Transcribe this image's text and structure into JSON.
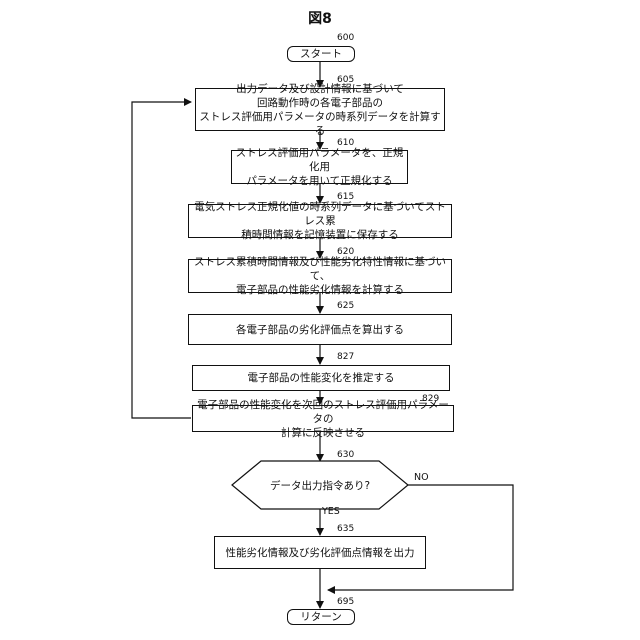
{
  "figure": {
    "title": "図8"
  },
  "nodes": {
    "start": {
      "ref": "600",
      "text": "スタート"
    },
    "s605": {
      "ref": "605",
      "text": "出力データ及び設計情報に基づいて\n回路動作時の各電子部品の\nストレス評価用パラメータの時系列データを計算する"
    },
    "s610": {
      "ref": "610",
      "text": "ストレス評価用パラメータを、正規化用\nパラメータを用いて正規化する"
    },
    "s615": {
      "ref": "615",
      "text": "電気ストレス正規化値の時系列データに基づいてストレス累\n積時間情報を記憶装置に保存する"
    },
    "s620": {
      "ref": "620",
      "text": "ストレス累積時間情報及び性能劣化特性情報に基づいて、\n電子部品の性能劣化情報を計算する"
    },
    "s625": {
      "ref": "625",
      "text": "各電子部品の劣化評価点を算出する"
    },
    "s827": {
      "ref": "827",
      "text": "電子部品の性能変化を推定する"
    },
    "s829": {
      "ref": "829",
      "text": "電子部品の性能変化を次回のストレス評価用パラメータの\n計算に反映させる"
    },
    "d630": {
      "ref": "630",
      "text": "データ出力指令あり?",
      "yes": "YES",
      "no": "NO"
    },
    "s635": {
      "ref": "635",
      "text": "性能劣化情報及び劣化評価点情報を出力"
    },
    "end": {
      "ref": "695",
      "text": "リターン"
    }
  }
}
